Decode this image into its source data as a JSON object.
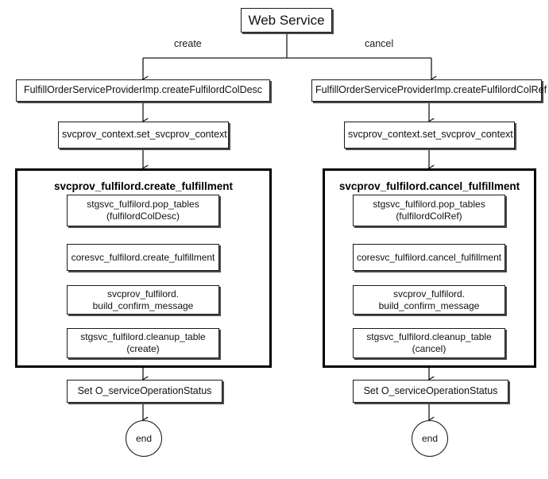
{
  "diagram": {
    "title_node": {
      "label": "Web Service"
    },
    "edge_labels": {
      "left": "create",
      "right": "cancel"
    },
    "branches": [
      {
        "id": "create-branch",
        "provider_label": "FulfillOrderServiceProviderImp.createFulfilordColDesc",
        "context_label": "svcprov_context.set_svcprov_context",
        "group_title": "svcprov_fulfilord.create_fulfillment",
        "steps": [
          {
            "line1": "stgsvc_fulfilord.pop_tables",
            "line2": "(fulfilordColDesc)"
          },
          {
            "line1": "coresvc_fulfilord.create_fulfillment",
            "line2": ""
          },
          {
            "line1": "svcprov_fulfilord.",
            "line2": "build_confirm_message"
          },
          {
            "line1": "stgsvc_fulfilord.cleanup_table",
            "line2": "(create)"
          }
        ],
        "status_label": "Set O_serviceOperationStatus",
        "end_label": "end"
      },
      {
        "id": "cancel-branch",
        "provider_label": "FulfillOrderServiceProviderImp.createFulfilordColRef",
        "context_label": "svcprov_context.set_svcprov_context",
        "group_title": "svcprov_fulfilord.cancel_fulfillment",
        "steps": [
          {
            "line1": "stgsvc_fulfilord.pop_tables",
            "line2": "(fulfilordColRef)"
          },
          {
            "line1": "coresvc_fulfilord.cancel_fulfillment",
            "line2": ""
          },
          {
            "line1": "svcprov_fulfilord.",
            "line2": "build_confirm_message"
          },
          {
            "line1": "stgsvc_fulfilord.cleanup_table",
            "line2": "(cancel)"
          }
        ],
        "status_label": "Set O_serviceOperationStatus",
        "end_label": "end"
      }
    ],
    "colors": {
      "line": "#1a1a1a",
      "box_border": "#1a1a1a",
      "group_border": "#000000",
      "shadow": "#4a4a4a",
      "background": "#ffffff"
    }
  }
}
